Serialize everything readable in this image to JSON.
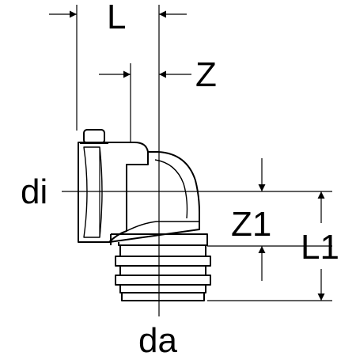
{
  "labels": {
    "L": "L",
    "Z": "Z",
    "di": "di",
    "Z1": "Z1",
    "L1": "L1",
    "da": "da"
  },
  "colors": {
    "ink": "#000000",
    "paper": "#ffffff"
  }
}
